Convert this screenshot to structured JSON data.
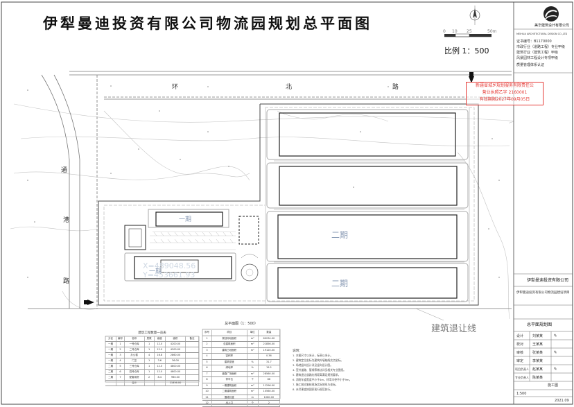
{
  "title": "伊犁曼迪投资有限公司物流园规划总平面图",
  "scale_bar": {
    "ticks": [
      "0",
      "10",
      "25",
      "50m"
    ],
    "ratio_label": "比例  1：500"
  },
  "roads": {
    "north": [
      "环",
      "北",
      "路"
    ],
    "west": [
      "通",
      "港",
      "路"
    ]
  },
  "setback_label": "建筑退让线",
  "phase_labels": [
    "一期",
    "一期",
    "二期",
    "二期"
  ],
  "coordinates": {
    "x": "X=489048.56",
    "y": "Y=453661.93"
  },
  "stamp_lines": [
    "新疆省城乡规划服务有限责任公",
    "营业执照乙字 2160001",
    "有效期限2027年09月05日"
  ],
  "title_block": {
    "company": "美华建筑设计有限公司",
    "company_en": "MEIHUA ARCHITECTURAL DESIGN CO.,LTD",
    "cert_lines": [
      "证书编号：B1170000",
      "市政行业（道路工程）专业甲级",
      "建筑行业（建筑工程）甲级",
      "风景园林工程设计专项甲级",
      "质量管理体系认证"
    ],
    "client": "伊犁曼迪投资有限公司",
    "project": "伊犁曼迪投资有限公司物流园建设项目",
    "drawing": "总平面规划图",
    "roles": [
      "设计",
      "校对",
      "审核",
      "审定",
      "项目负责人",
      "专业负责人"
    ],
    "names": [
      "刘某某",
      "王某某",
      "张某某",
      "李某某",
      "赵某某",
      "陈某某"
    ],
    "stage": "施工图",
    "scale": "1:500",
    "date": "2021.09"
  },
  "table_main": {
    "caption": "建筑工程数量一览表",
    "headers": [
      "分区",
      "编号",
      "名称",
      "层数",
      "高度",
      "面积",
      "备注"
    ],
    "rows": [
      [
        "一期",
        "1",
        "一号仓库",
        "1",
        "12.0",
        "4200.00",
        ""
      ],
      [
        "一期",
        "2",
        "二号仓库",
        "1",
        "12.0",
        "4200.00",
        ""
      ],
      [
        "一期",
        "3",
        "办公楼",
        "4",
        "16.8",
        "2860.00",
        ""
      ],
      [
        "一期",
        "4",
        "门卫",
        "1",
        "3.6",
        "36.00",
        ""
      ],
      [
        "二期",
        "5",
        "三号仓库",
        "1",
        "12.0",
        "4800.00",
        ""
      ],
      [
        "二期",
        "6",
        "四号仓库",
        "1",
        "12.0",
        "4800.00",
        ""
      ],
      [
        "二期",
        "7",
        "配套用房",
        "2",
        "8.4",
        "960.00",
        ""
      ],
      [
        "",
        "",
        "合计",
        "",
        "",
        "21856.00",
        ""
      ]
    ]
  },
  "table_tech": {
    "caption": "总平面图（1：500）",
    "headers": [
      "序号",
      "项目",
      "单位",
      "数量"
    ],
    "rows": [
      [
        "1",
        "规划用地面积",
        "m²",
        "60234.00"
      ],
      [
        "2",
        "总建筑面积",
        "m²",
        "21856.00"
      ],
      [
        "3",
        "建筑占地面积",
        "m²",
        "19120.00"
      ],
      [
        "4",
        "容积率",
        "",
        "0.36"
      ],
      [
        "5",
        "建筑密度",
        "%",
        "31.7"
      ],
      [
        "6",
        "绿地率",
        "%",
        "15.2"
      ],
      [
        "7",
        "道路广场面积",
        "m²",
        "28560.00"
      ],
      [
        "8",
        "停车位",
        "个",
        "86"
      ],
      [
        "9",
        "一期建筑面积",
        "m²",
        "11296.00"
      ],
      [
        "10",
        "二期建筑面积",
        "m²",
        "10560.00"
      ],
      [
        "11",
        "围墙长度",
        "m",
        "1060.00"
      ],
      [
        "12",
        "出入口",
        "个",
        "2"
      ]
    ]
  },
  "notes_title": "说明：",
  "notes": [
    "1. 本图尺寸以米计，标高以米计。",
    "2. 建筑定位坐标为建筑外墙轴线交点坐标。",
    "3. 场地竖向设计详见竖向设计图。",
    "4. 室外道路、管线等做法详见相关专业图纸。",
    "5. 建筑退让道路红线距离满足规划要求。",
    "6. 消防车道宽度不小于4m，转弯半径不小于9m。",
    "7. 施工前应复核现场实际地形与坐标。",
    "8. 未尽事宜按国家现行规范执行。"
  ],
  "colors": {
    "line": "#555555",
    "light": "#b0b0b0",
    "stamp": "#e53935",
    "text": "#111111"
  }
}
